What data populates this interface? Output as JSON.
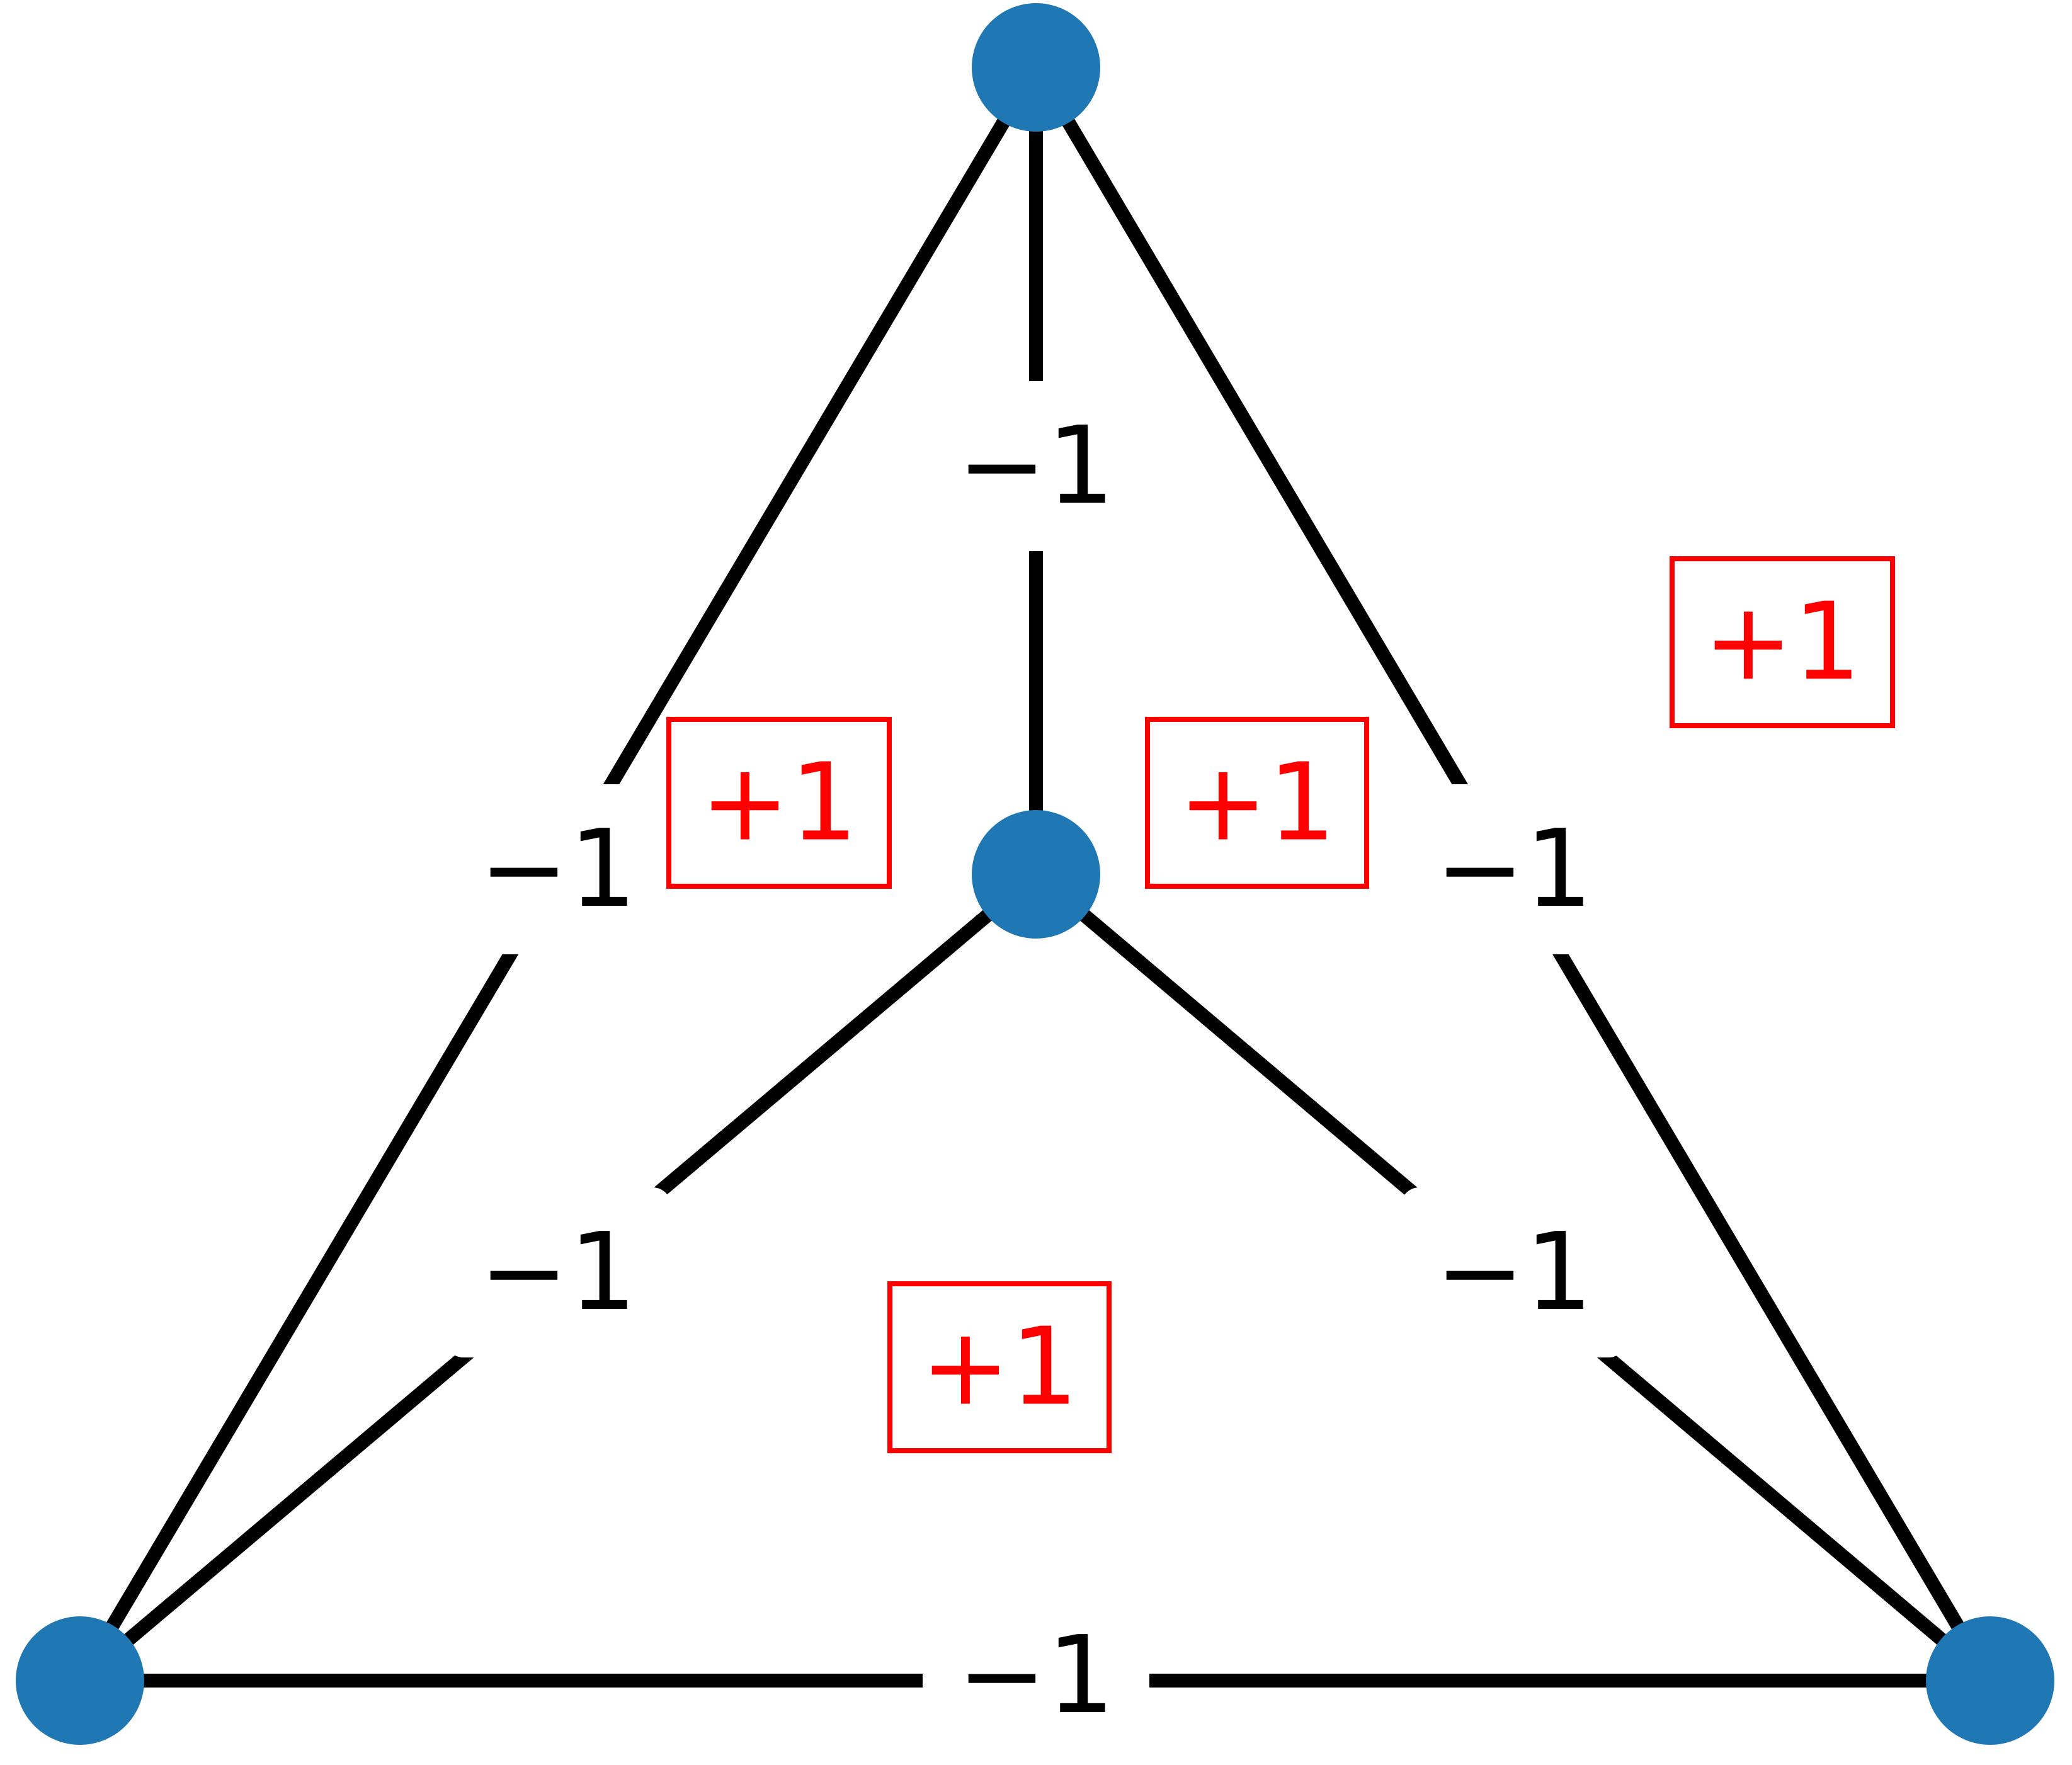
{
  "colors": {
    "node": "#1f77b4",
    "edge": "#000000",
    "edge_label": "#000000",
    "face_label": "#ff0000",
    "face_box": "#ff0000",
    "background": "#ffffff"
  },
  "nodes": [
    {
      "id": "top"
    },
    {
      "id": "center"
    },
    {
      "id": "bottom-left"
    },
    {
      "id": "bottom-right"
    }
  ],
  "edges": [
    {
      "id": "top-center",
      "from": "top",
      "to": "center",
      "label": "−1"
    },
    {
      "id": "top-bottom-left",
      "from": "top",
      "to": "bottom-left",
      "label": "−1"
    },
    {
      "id": "top-bottom-right",
      "from": "top",
      "to": "bottom-right",
      "label": "−1"
    },
    {
      "id": "center-bottom-left",
      "from": "center",
      "to": "bottom-left",
      "label": "−1"
    },
    {
      "id": "center-bottom-right",
      "from": "center",
      "to": "bottom-right",
      "label": "−1"
    },
    {
      "id": "bottom-left-bottom-right",
      "from": "bottom-left",
      "to": "bottom-right",
      "label": "−1"
    }
  ],
  "faces": [
    {
      "id": "left",
      "label": "+1"
    },
    {
      "id": "right",
      "label": "+1"
    },
    {
      "id": "outer",
      "label": "+1"
    },
    {
      "id": "bottom",
      "label": "+1"
    }
  ]
}
